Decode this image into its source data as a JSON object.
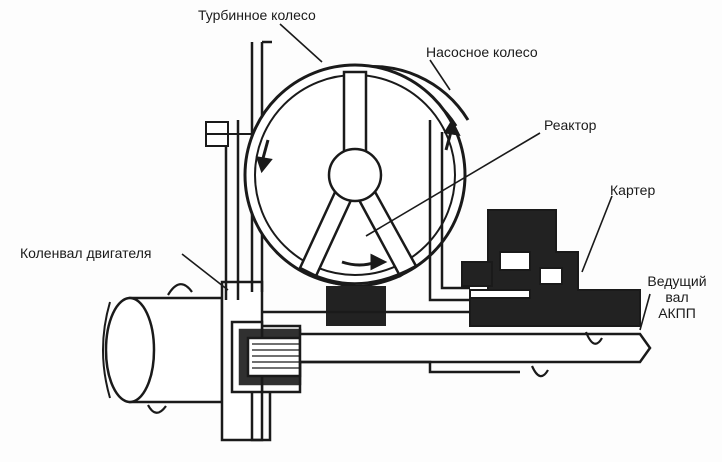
{
  "diagram": {
    "labels": {
      "turbine": "Турбинное колесо",
      "pump": "Насосное колесо",
      "reactor": "Реактор",
      "case": "Картер",
      "crankshaft": "Коленвал двигателя",
      "output_line1": "Ведущий",
      "output_line2": "вал",
      "output_line3": "АКПП"
    },
    "colors": {
      "ink": "#1a1a1a",
      "fill_dark": "#222222",
      "paper": "#fdfdfd"
    }
  }
}
